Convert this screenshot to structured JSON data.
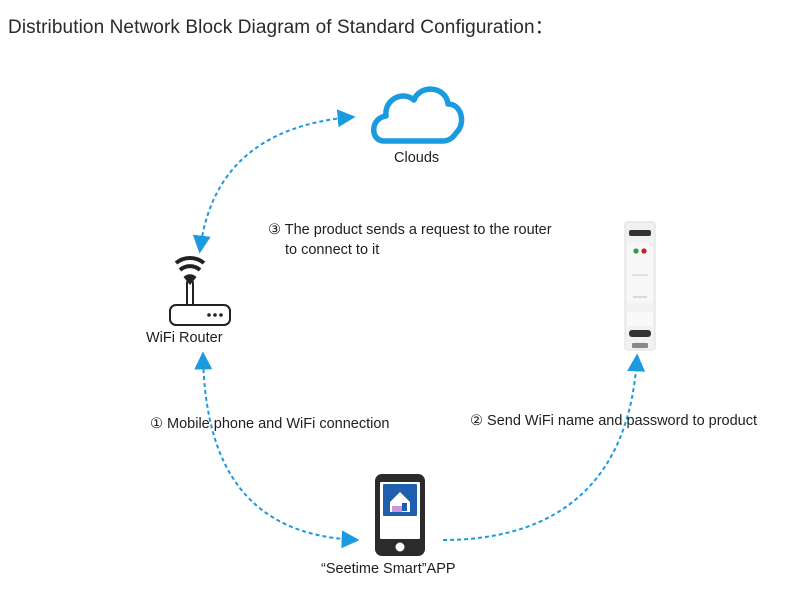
{
  "title": "Distribution Network Block Diagram of Standard Configuration：",
  "nodes": {
    "cloud": {
      "label": "Clouds",
      "icon": "cloud-icon"
    },
    "router": {
      "label": "WiFi Router",
      "icon": "wifi-router-icon"
    },
    "product": {
      "label": "",
      "icon": "din-rail-smart-switch-device"
    },
    "phone": {
      "label": "“Seetime Smart”APP",
      "icon": "smartphone-app-icon"
    }
  },
  "steps": [
    {
      "label": "① Mobile phone and WiFi connection"
    },
    {
      "label": "② Send WiFi name and password to product"
    },
    {
      "line1": "③ The product sends a request to the router",
      "line2": "to connect to it"
    }
  ],
  "colors": {
    "accent": "#1a9be0",
    "icon_dark": "#222222",
    "led_green": "#2e9e3e",
    "led_red": "#c8221c",
    "app_blue": "#1f5fae"
  }
}
